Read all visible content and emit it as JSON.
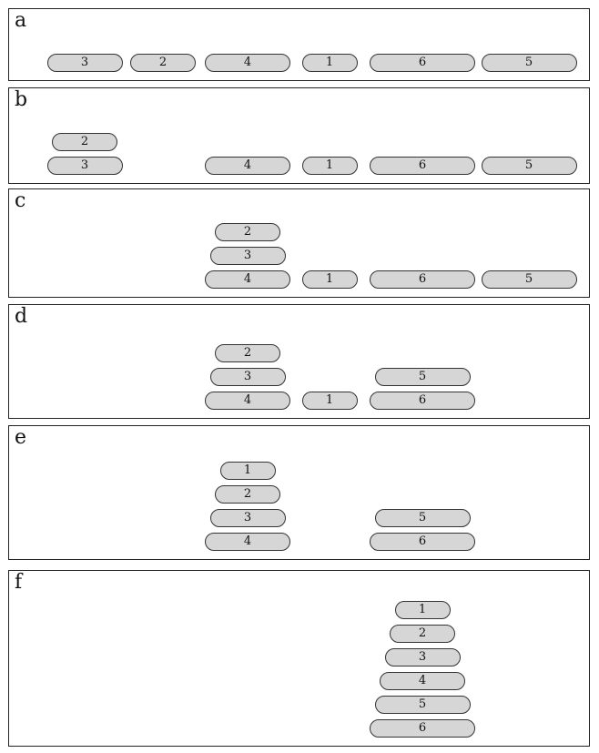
{
  "panels": [
    {
      "label": "a",
      "stacks": [
        [
          "3"
        ],
        [
          "2"
        ],
        [
          "4"
        ],
        [
          "1"
        ],
        [
          "6"
        ],
        [
          "5"
        ]
      ]
    },
    {
      "label": "b",
      "stacks": [
        [
          "3",
          "2"
        ],
        [],
        [
          "4"
        ],
        [
          "1"
        ],
        [
          "6"
        ],
        [
          "5"
        ]
      ]
    },
    {
      "label": "c",
      "stacks": [
        [],
        [],
        [
          "4",
          "3",
          "2"
        ],
        [
          "1"
        ],
        [
          "6"
        ],
        [
          "5"
        ]
      ]
    },
    {
      "label": "d",
      "stacks": [
        [],
        [],
        [
          "4",
          "3",
          "2"
        ],
        [
          "1"
        ],
        [
          "6",
          "5"
        ],
        []
      ]
    },
    {
      "label": "e",
      "stacks": [
        [],
        [],
        [
          "4",
          "3",
          "2",
          "1"
        ],
        [],
        [
          "6",
          "5"
        ],
        []
      ]
    },
    {
      "label": "f",
      "stacks": [
        [],
        [],
        [],
        [],
        [
          "6",
          "5",
          "4",
          "3",
          "2",
          "1"
        ],
        []
      ]
    }
  ]
}
